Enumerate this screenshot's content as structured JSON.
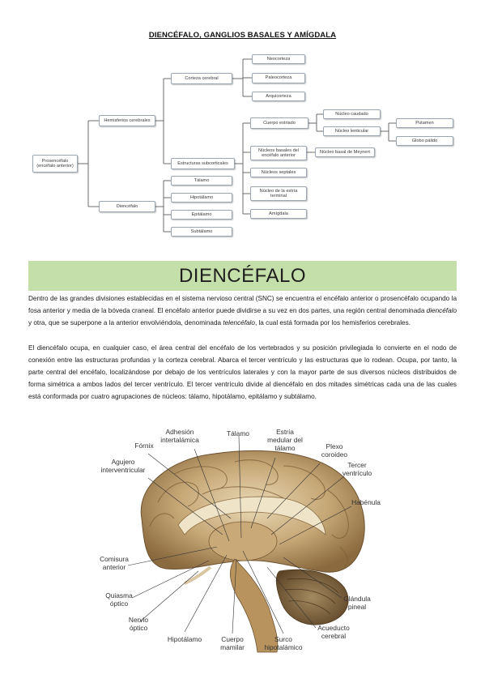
{
  "title": "DIENCÉFALO, GANGLIOS BASALES Y AMÍGDALA",
  "diagram": {
    "root": "Prosencéfalo (encéfalo anterior)",
    "hemisferios": "Hemisferios cerebrales",
    "corteza": "Corteza cerebral",
    "neocorteza": "Neocorteza",
    "paleocorteza": "Paleocorteza",
    "arquicorteza": "Arquicorteza",
    "subcorticales": "Estructuras subcorticales",
    "cuerpo_estriado": "Cuerpo estriado",
    "nucleo_caudado": "Núcleo caudado",
    "nucleo_lenticular": "Núcleo lenticular",
    "putamen": "Putamen",
    "globo_palido": "Globo pálido",
    "nucleos_basales": "Núcleos basales del encéfalo anterior",
    "nucleo_meynert": "Núcleo basal de Meynert",
    "nucleos_septales": "Núcleos septales",
    "nucleo_estria": "Núcleo de la estría terminal",
    "amigdala": "Amígdala",
    "diencefalo": "Diencéfalo",
    "talamo": "Tálamo",
    "hipotalamo": "Hipotálamo",
    "epitalamo": "Epitálamo",
    "subtalamo": "Subtálamo"
  },
  "section_heading": "DIENCÉFALO",
  "paragraph1": {
    "before": "Dentro de las grandes divisiones establecidas en el sistema nervioso central (SNC) se encuentra el encéfalo anterior o prosencéfalo ocupando la fosa anterior y media de la bóveda craneal. El encéfalo anterior puede dividirse a su vez en dos partes, una región central denominada ",
    "em1": "diencéfalo",
    "middle": " y otra, que se superpone a la anterior envolviéndola, denominada ",
    "em2": "telencéfalo",
    "after": ", la cual está formada por los hemisferios cerebrales."
  },
  "paragraph2": "El diencéfalo ocupa, en cualquier caso, el área central del encéfalo de los vertebrados y su posición privilegiada lo convierte en el nodo de conexión entre las estructuras profundas y la corteza cerebral. Abarca el tercer ventrículo y las estructuras que lo rodean. Ocupa, por tanto, la parte central del encéfalo, localizándose por debajo de los ventrículos laterales y con la mayor parte de sus diversos núcleos distribuidos de forma simétrica a ambos lados del tercer ventrículo. El tercer ventrículo divide al diencéfalo en dos mitades simétricas cada una de las cuales está conformada por cuatro agrupaciones de núcleos: tálamo, hipotálamo, epitálamo y subtálamo.",
  "figure_labels": {
    "adhesion": [
      "Adhesión",
      "intertalámica"
    ],
    "talamo": "Tálamo",
    "estria": [
      "Estría",
      "medular del",
      "tálamo"
    ],
    "fornix": "Fórnix",
    "plexo": [
      "Plexo",
      "coroideo"
    ],
    "agujero": [
      "Agujero",
      "interventricular"
    ],
    "tercer": [
      "Tercer",
      "ventrículo"
    ],
    "habenula": "Habénula",
    "comisura": [
      "Comisura",
      "anterior"
    ],
    "quiasma": [
      "Quiasma",
      "óptico"
    ],
    "glandula": [
      "Glándula",
      "pineal"
    ],
    "nervio": [
      "Nervio",
      "óptico"
    ],
    "acueducto": [
      "Acueducto",
      "cerebral"
    ],
    "hipotalamo": "Hipotálamo",
    "cuerpo": [
      "Cuerpo",
      "mamilar"
    ],
    "surco": [
      "Surco",
      "hipotalámico"
    ]
  }
}
